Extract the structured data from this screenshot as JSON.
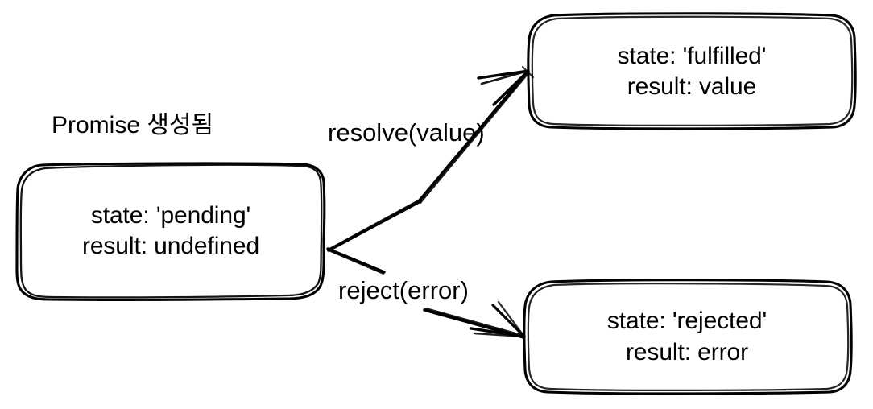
{
  "diagram": {
    "title_caption": "Promise 생성됨",
    "background_color": "#ffffff",
    "stroke_color": "#000000",
    "text_color": "#000000",
    "style": "hand-drawn sketch (excalidraw-like)",
    "nodes": [
      {
        "id": "pending",
        "name": "promise-pending-node",
        "line1": "state: 'pending'",
        "line2": "result: undefined"
      },
      {
        "id": "fulfilled",
        "name": "promise-fulfilled-node",
        "line1": "state: 'fulfilled'",
        "line2": "result: value"
      },
      {
        "id": "rejected",
        "name": "promise-rejected-node",
        "line1": "state: 'rejected'",
        "line2": "result: error"
      }
    ],
    "edges": [
      {
        "id": "resolve",
        "name": "resolve-edge",
        "label": "resolve(value)",
        "from": "pending",
        "to": "fulfilled"
      },
      {
        "id": "reject",
        "name": "reject-edge",
        "label": "reject(error)",
        "from": "pending",
        "to": "rejected"
      }
    ]
  }
}
